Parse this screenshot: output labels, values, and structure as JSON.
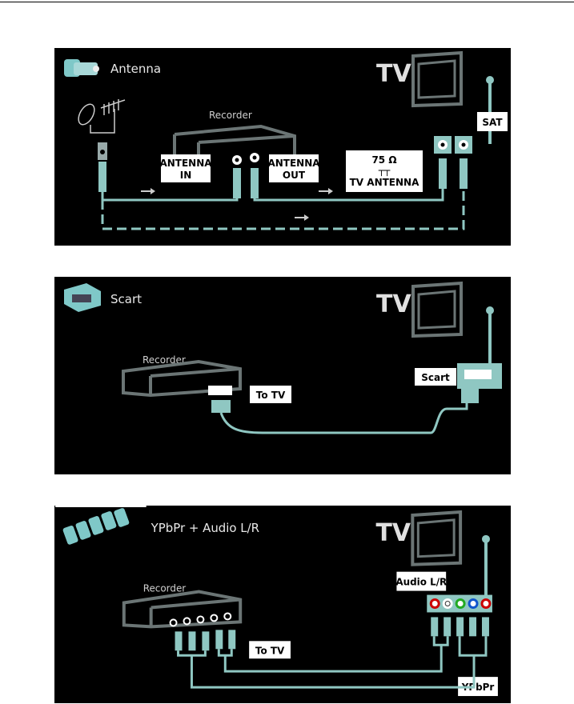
{
  "panels": [
    {
      "title": "Antenna",
      "tv_label": "TV",
      "recorder_label": "Recorder",
      "antenna_in": [
        "ANTENNA",
        "IN"
      ],
      "antenna_out": [
        "ANTENNA",
        "OUT"
      ],
      "tv_antenna": [
        "75 Ω",
        "TV ANTENNA"
      ],
      "sat_label": "SAT"
    },
    {
      "title": "Scart",
      "tv_label": "TV",
      "recorder_label": "Recorder",
      "to_tv": "To TV",
      "scart_label": "Scart"
    },
    {
      "title": "YPbPr + Audio L/R",
      "tv_label": "TV",
      "recorder_label": "Recorder",
      "to_tv": "To TV",
      "audio_label": "Audio L/R",
      "ypbpr_label": "YPbPr"
    }
  ],
  "colors": {
    "cable": "#8fc7c2",
    "device": "#6b7575",
    "background": "#000000"
  }
}
